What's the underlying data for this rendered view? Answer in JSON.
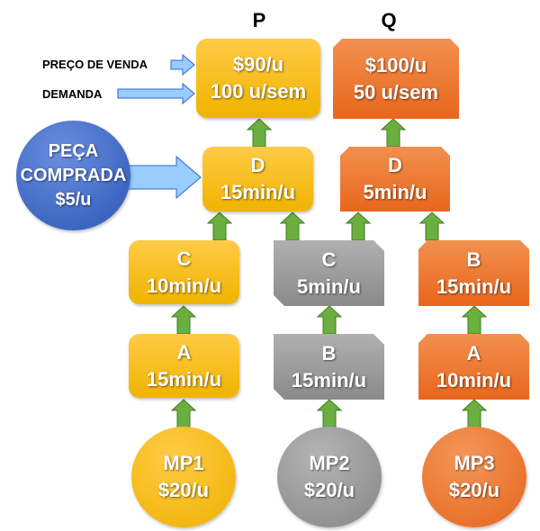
{
  "products": {
    "p_label": "P",
    "q_label": "Q"
  },
  "inputs": {
    "price_label": "PREÇO DE VENDA",
    "demand_label": "DEMANDA"
  },
  "purchased_part": {
    "line1": "PEÇA",
    "line2": "COMPRADA",
    "line3": "$5/u"
  },
  "product_p": {
    "price": "$90/u",
    "demand": "100 u/sem"
  },
  "product_q": {
    "price": "$100/u",
    "demand": "50 u/sem"
  },
  "p_d": {
    "name": "D",
    "time": "15min/u"
  },
  "q_d": {
    "name": "D",
    "time": "5min/u"
  },
  "col1_c": {
    "name": "C",
    "time": "10min/u"
  },
  "col2_c": {
    "name": "C",
    "time": "5min/u"
  },
  "col3_b": {
    "name": "B",
    "time": "15min/u"
  },
  "col1_a": {
    "name": "A",
    "time": "15min/u"
  },
  "col2_b": {
    "name": "B",
    "time": "15min/u"
  },
  "col3_a": {
    "name": "A",
    "time": "10min/u"
  },
  "mp1": {
    "name": "MP1",
    "cost": "$20/u"
  },
  "mp2": {
    "name": "MP2",
    "cost": "$20/u"
  },
  "mp3": {
    "name": "MP3",
    "cost": "$20/u"
  },
  "colors": {
    "yellow": "#F5BC1C",
    "orange": "#EC7430",
    "grey": "#9C9C9C",
    "blue": "#3A65C4",
    "flow_arrow": "#6AAF3F",
    "input_arrow": "#99CCFF"
  }
}
